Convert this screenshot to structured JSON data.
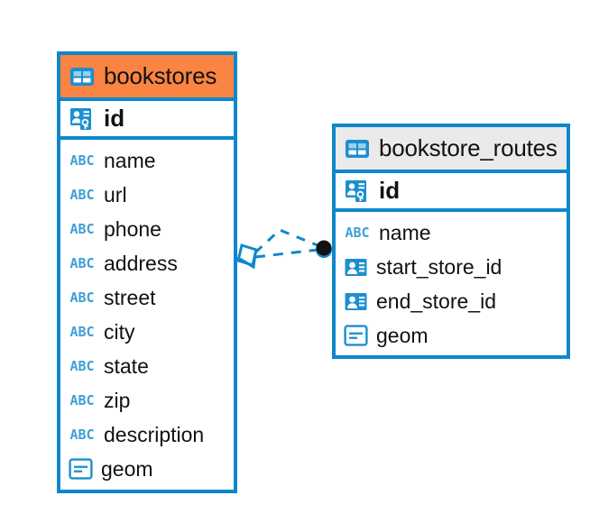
{
  "diagram": {
    "title": "entity-relationship-diagram",
    "background": "#ffffff",
    "accent_color": "#0e87cc",
    "highlight_color": "#fa8441",
    "header_plain_color": "#eaeaea",
    "icon_blue": "#1b8fd0",
    "abc_blue": "#3f9fd6",
    "endpoint_dark": "#111111"
  },
  "entities": [
    {
      "id": "bookstores",
      "name": "bookstores",
      "header_style": "accent",
      "table_icon": "table-icon",
      "primary_key": {
        "label": "id",
        "icon": "primary-key-icon"
      },
      "attributes": [
        {
          "label": "name",
          "icon": "text-type-icon"
        },
        {
          "label": "url",
          "icon": "text-type-icon"
        },
        {
          "label": "phone",
          "icon": "text-type-icon"
        },
        {
          "label": "address",
          "icon": "text-type-icon"
        },
        {
          "label": "street",
          "icon": "text-type-icon"
        },
        {
          "label": "city",
          "icon": "text-type-icon"
        },
        {
          "label": "state",
          "icon": "text-type-icon"
        },
        {
          "label": "zip",
          "icon": "text-type-icon"
        },
        {
          "label": "description",
          "icon": "text-type-icon"
        },
        {
          "label": "geom",
          "icon": "geometry-type-icon"
        }
      ]
    },
    {
      "id": "bookstore_routes",
      "name": "bookstore_routes",
      "header_style": "plain",
      "table_icon": "table-icon",
      "primary_key": {
        "label": "id",
        "icon": "primary-key-icon"
      },
      "attributes": [
        {
          "label": "name",
          "icon": "text-type-icon"
        },
        {
          "label": "start_store_id",
          "icon": "foreign-key-icon"
        },
        {
          "label": "end_store_id",
          "icon": "foreign-key-icon"
        },
        {
          "label": "geom",
          "icon": "geometry-type-icon"
        }
      ]
    }
  ],
  "relationship": {
    "name": "bookstores-to-bookstore-routes",
    "source_entity": "bookstores",
    "target_entity": "bookstore_routes",
    "source_marker": "crows-foot-icon",
    "target_marker": "filled-circle-icon",
    "line_style": "dashed",
    "line_color": "#0e87cc"
  },
  "icon_glyphs": {
    "text-type-icon": "ABC"
  }
}
